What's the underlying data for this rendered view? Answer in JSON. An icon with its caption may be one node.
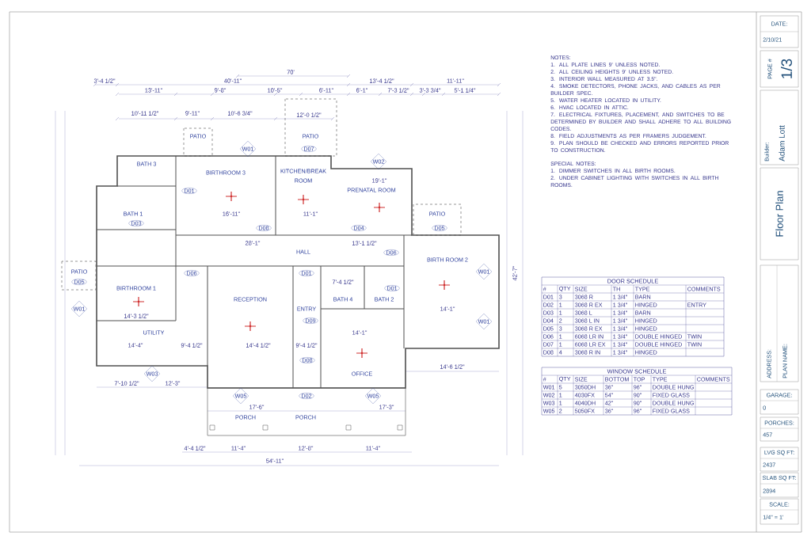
{
  "diagram": {
    "title": "Floor Plan",
    "labels": [
      "70'",
      "3'-4 1/2\"",
      "40'-11\"",
      "13'-4 1/2\"",
      "11'-11\"",
      "13'-11\"",
      "9'-8\"",
      "10'-5\"",
      "6'-11\"",
      "6'-1\"",
      "7'-3 1/2\"",
      "3'-3 3/4\"",
      "5'-1 1/4\"",
      "10'-11 1/2\"",
      "9'-11\"",
      "10'-6 3/4\"",
      "12'-0 1/2\"",
      "PATIO",
      "PATIO",
      "W01",
      "D07",
      "BATH 3",
      "W02",
      "BIRTHROOM 3",
      "KITCHEN/BREAK ROOM",
      "19'-1\"",
      "D01",
      "PRENATAL ROOM",
      "BATH 1",
      "16'-11\"",
      "11'-1\"",
      "PATIO",
      "D03",
      "D08",
      "D04",
      "D05",
      "28'-1\"",
      "13'-1 1/2\"",
      "HALL",
      "D06",
      "BIRTH ROOM 2",
      "PATIO",
      "D06",
      "D01",
      "W01",
      "42'-7\"",
      "D05",
      "7'-4 1/2\"",
      "BIRTHROOM 1",
      "D01",
      "RECEPTION",
      "BATH 4",
      "BATH 2",
      "W01",
      "ENTRY",
      "14'-1\"",
      "14'-3 1/2\"",
      "D09",
      "W01",
      "UTILITY",
      "14'-1\"",
      "14'-4\"",
      "9'-4 1/2\"",
      "14'-4 1/2\"",
      "9'-4 1/2\"",
      "D08",
      "14'-6 1/2\"",
      "W03",
      "OFFICE",
      "7'-10 1/2\"",
      "12'-3\"",
      "W05",
      "D02",
      "W05",
      "17'-6\"",
      "17'-3\"",
      "PORCH",
      "PORCH",
      "4'-4 1/2\"",
      "11'-4\"",
      "12'-8\"",
      "11'-4\"",
      "54'-11\"",
      "NOTES:",
      "1. ALL PLATE LINES 9' UNLESS NOTED.",
      "2. ALL CEILING HEIGHTS 9' UNLESS NOTED.",
      "3. INTERIOR WALL MEASURED AT 3.5\".",
      "4. SMOKE DETECTORS, PHONE JACKS, AND CABLES AS PER BUILDER SPEC.",
      "5. WATER HEATER LOCATED IN UTILITY.",
      "6. HVAC LOCATED IN ATTIC.",
      "7. ELECTRICAL FIXTURES, PLACEMENT, AND SWITCHES TO BE DETERMINED BY BUILDER AND SHALL ADHERE TO ALL BUILDING CODES.",
      "8. FIELD ADJUSTMENTS AS PER FRAMERS JUDGEMENT.",
      "9. PLAN SHOULD BE CHECKED AND ERRORS REPORTED PRIOR TO CONSTRUCTION.",
      "SPECIAL NOTES:",
      "1. DIMMER SWITCHES IN ALL BIRTH ROOMS.",
      "2. UNDER CABINET LIGHTING WITH SWITCHES IN ALL BIRTH ROOMS.",
      "DOOR SCHEDULE",
      "#",
      "QTY",
      "SIZE",
      "TH",
      "TYPE",
      "COMMENTS",
      "D01",
      "3",
      "3068 R",
      "1 3/4\"",
      "BARN",
      "D02",
      "1",
      "3068 R EX",
      "1 3/4\"",
      "HINGED",
      "ENTRY",
      "D03",
      "1",
      "3068 L",
      "1 3/4\"",
      "BARN",
      "D04",
      "2",
      "3068 L IN",
      "1 3/4\"",
      "HINGED",
      "D05",
      "3",
      "3068 R EX",
      "1 3/4\"",
      "HINGED",
      "D06",
      "1",
      "6068 LR IN",
      "1 3/4\"",
      "DOUBLE HINGED",
      "TWIN",
      "D07",
      "1",
      "6068 LR EX",
      "1 3/4\"",
      "DOUBLE HINGED",
      "TWIN",
      "D08",
      "4",
      "3068 R IN",
      "1 3/4\"",
      "HINGED",
      "WINDOW SCHEDULE",
      "#",
      "QTY",
      "SIZE",
      "BOTTOM",
      "TOP",
      "TYPE",
      "COMMENTS",
      "W01",
      "5",
      "3050DH",
      "36\"",
      "96\"",
      "DOUBLE HUNG",
      "W02",
      "1",
      "4030FX",
      "54\"",
      "90\"",
      "FIXED GLASS",
      "W03",
      "1",
      "4040DH",
      "42\"",
      "90\"",
      "DOUBLE HUNG",
      "W05",
      "2",
      "5050FX",
      "36\"",
      "96\"",
      "FIXED GLASS",
      "DATE:",
      "2/10/21",
      "PAGE #",
      "1/3",
      "Builder:",
      "Adam Lott",
      "ADDRESS:",
      "PLAN NAME:",
      "GARAGE:",
      "0",
      "PORCHES:",
      "457",
      "LVG SQ FT:",
      "2437",
      "SLAB SQ FT:",
      "2894",
      "SCALE:",
      "1/4\" = 1'"
    ]
  }
}
